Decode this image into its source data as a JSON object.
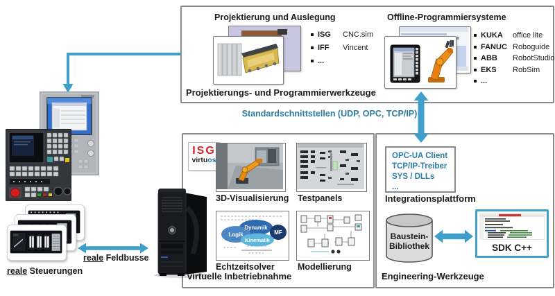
{
  "palette": {
    "arrow_blue": "#3f9fca",
    "accent_blue": "#2b7da1",
    "box_border": "#8a8a8a",
    "isg_red": "#d42027",
    "virtuos_blue": "#2a7ab5",
    "sdk_border": "#3f9fca"
  },
  "top_box": {
    "label": "Projektierungs- und Programmierwerkzeuge",
    "left_group": {
      "title": "Projektierung und Auslegung",
      "items": [
        {
          "vendor": "ISG",
          "product": "CNC.sim"
        },
        {
          "vendor": "IFF",
          "product": "Vincent"
        },
        {
          "vendor": "...",
          "product": ""
        }
      ]
    },
    "right_group": {
      "title": "Offline-Programmiersysteme",
      "items": [
        {
          "vendor": "KUKA",
          "product": "office lite"
        },
        {
          "vendor": "FANUC",
          "product": "Roboguide"
        },
        {
          "vendor": "ABB",
          "product": "RobotStudio"
        },
        {
          "vendor": "EKS",
          "product": "RobSim"
        },
        {
          "vendor": "...",
          "product": ""
        }
      ]
    }
  },
  "middle": {
    "interfaces_label": "Standardschnittstellen (UDP, OPC, TCP/IP)"
  },
  "vibn_box": {
    "label": "virtuelle Inbetriebnahme",
    "logo": {
      "isg": "ISG",
      "virtu": "virtu",
      "os": "os"
    },
    "thumbnails": [
      {
        "caption": "3D-Visualisierung"
      },
      {
        "caption": "Testpanels"
      },
      {
        "caption": "Echtzeitsolver"
      },
      {
        "caption": "Modellierung"
      }
    ],
    "solver_bubbles": {
      "logik": "Logik",
      "dynamik": "Dynamik",
      "kinematik": "Kinematik",
      "mf": "MF"
    }
  },
  "eng_box": {
    "label": "Engineering-Werkzeuge",
    "integration": {
      "lines": [
        "OPC-UA Client",
        "TCP/IP-Treiber",
        "SYS / DLLs",
        "..."
      ],
      "caption": "Integrationsplattform"
    },
    "library": {
      "line1": "Baustein-",
      "line2": "Bibliothek"
    },
    "sdk": {
      "caption": "SDK C++"
    }
  },
  "left_side": {
    "steuerungen": {
      "emph": "reale",
      "rest": " Steuerungen"
    },
    "feldbusse": {
      "emph": "reale",
      "rest": " Feldbusse"
    }
  }
}
